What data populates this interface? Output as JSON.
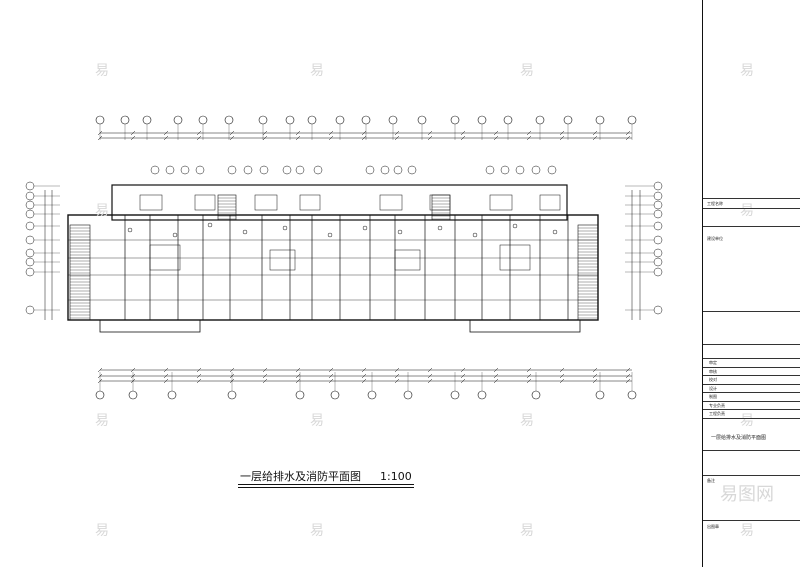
{
  "caption": {
    "title": "一层给排水及消防平面图",
    "scale": "1:100"
  },
  "title_block": {
    "fields": [
      "审定",
      "审核",
      "校对",
      "设计",
      "制图",
      "专业负责",
      "工程负责"
    ],
    "drawing_name": "一层给排水及消防平面图",
    "project_label": "工程名称",
    "client_label": "建设单位",
    "remark_label": "备注",
    "stamp_label": "出图章"
  },
  "watermark": {
    "glyph": "易",
    "brand": "易图网"
  },
  "colors": {
    "line": "#111111",
    "watermark": "#d8d8d8"
  }
}
